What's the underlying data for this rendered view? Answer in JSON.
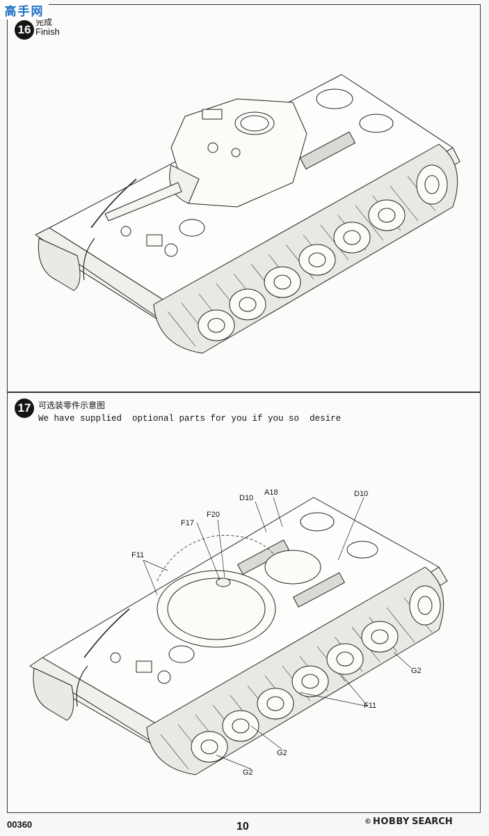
{
  "watermark": {
    "text": "高手网"
  },
  "step16": {
    "number": "16",
    "title_cn": "完成",
    "title_en": "Finish"
  },
  "step17": {
    "number": "17",
    "title_cn": "可选装零件示意图",
    "title_en": "We have supplied  optional parts for you if you so  desire",
    "callouts": [
      "D10",
      "A18",
      "D10",
      "F17",
      "F20",
      "F11",
      "G2",
      "F11",
      "G2",
      "G2"
    ]
  },
  "footer": {
    "code": "00360",
    "page": "10",
    "logo_copy": "©",
    "logo_brand": "HOBBY",
    "logo_search": "SEARCH"
  }
}
